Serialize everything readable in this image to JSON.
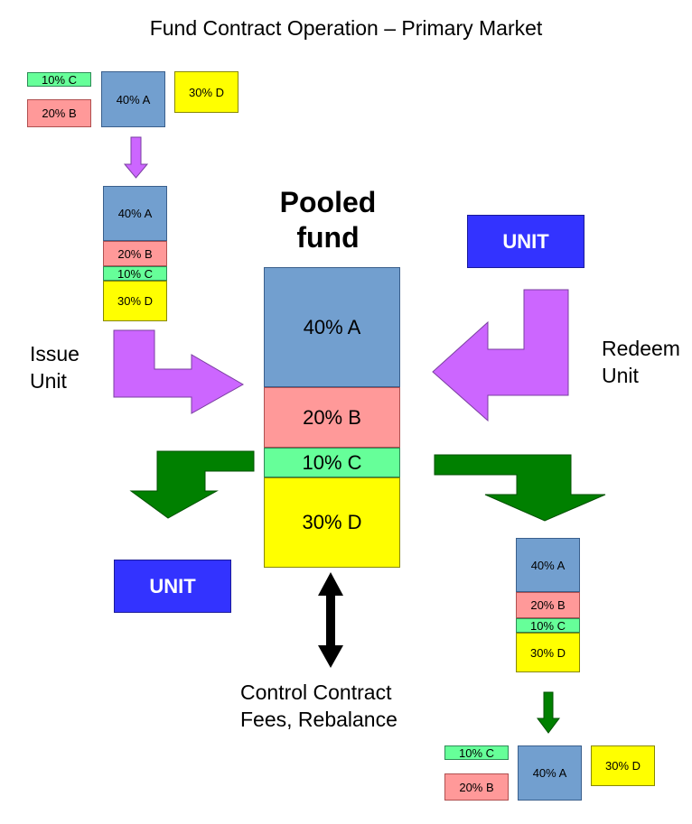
{
  "title": "Fund Contract Operation – Primary Market",
  "pooled_fund_label": [
    "Pooled",
    "fund"
  ],
  "pool": [
    {
      "label": "40% A",
      "share": 40
    },
    {
      "label": "20% B",
      "share": 20
    },
    {
      "label": "10% C",
      "share": 10
    },
    {
      "label": "30% D",
      "share": 30
    }
  ],
  "issue_label": [
    "Issue",
    "Unit"
  ],
  "redeem_label": [
    "Redeem",
    "Unit"
  ],
  "unit_label": "UNIT",
  "control_label": [
    "Control Contract",
    "Fees, Rebalance"
  ],
  "scattered_assets": {
    "a": "40% A",
    "b": "20% B",
    "c": "10% C",
    "d": "30% D"
  },
  "colors": {
    "a": "#729fcf",
    "b": "#ff9999",
    "c": "#66ff99",
    "d": "#ffff00",
    "unit": "#3333ff",
    "purple_arrow": "#cc66ff",
    "green_arrow": "#008000",
    "black_arrow": "#000000"
  }
}
